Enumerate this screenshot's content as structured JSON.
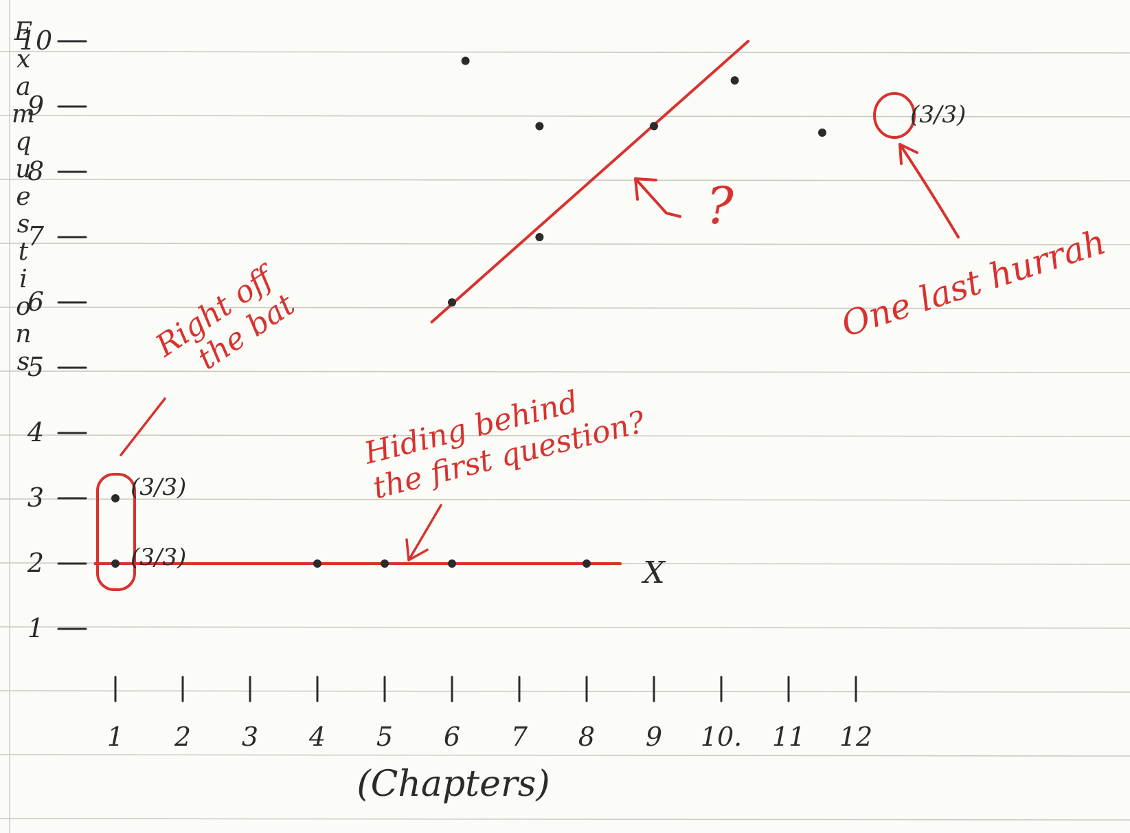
{
  "chart_data": {
    "type": "scatter",
    "title": "",
    "xlabel": "(Chapters)",
    "ylabel": "Exam questions",
    "xlim": [
      0,
      12
    ],
    "ylim": [
      0,
      10
    ],
    "x_ticks": [
      "1",
      "2",
      "3",
      "4",
      "5",
      "6",
      "7",
      "8",
      "9",
      "10.",
      "11",
      "12"
    ],
    "y_ticks": [
      "1",
      "2",
      "3",
      "4",
      "5",
      "6",
      "7",
      "8",
      "9",
      "10"
    ],
    "grid": false,
    "series": [
      {
        "points": [
          {
            "x": 1,
            "y": 3
          },
          {
            "x": 1,
            "y": 2
          },
          {
            "x": 4,
            "y": 2
          },
          {
            "x": 5,
            "y": 2
          },
          {
            "x": 6,
            "y": 2
          },
          {
            "x": 8,
            "y": 2
          },
          {
            "x": 6,
            "y": 6
          },
          {
            "x": 7.3,
            "y": 7
          },
          {
            "x": 7.3,
            "y": 8.7
          },
          {
            "x": 6.2,
            "y": 9.7
          },
          {
            "x": 9,
            "y": 8.7
          },
          {
            "x": 10.2,
            "y": 9.4
          },
          {
            "x": 11.5,
            "y": 8.6
          }
        ]
      }
    ],
    "trend_lines": [
      {
        "from": {
          "x": 0.7,
          "y": 2
        },
        "to": {
          "x": 8.5,
          "y": 2
        }
      },
      {
        "from": {
          "x": 5.7,
          "y": 5.7
        },
        "to": {
          "x": 10.4,
          "y": 10.0
        }
      }
    ],
    "point_labels": [
      "(3/3)",
      "(3/3)",
      "(3/3)"
    ],
    "x_mark": "X",
    "annotations": [
      "Right off the bat",
      "Hiding behind the first question?",
      "?",
      "One last hurrah"
    ]
  },
  "colors": {
    "ink": "#2b2b2b",
    "annotation": "#d8322e",
    "paper": "#fbfbf8",
    "rule": "#c9c9c4"
  }
}
